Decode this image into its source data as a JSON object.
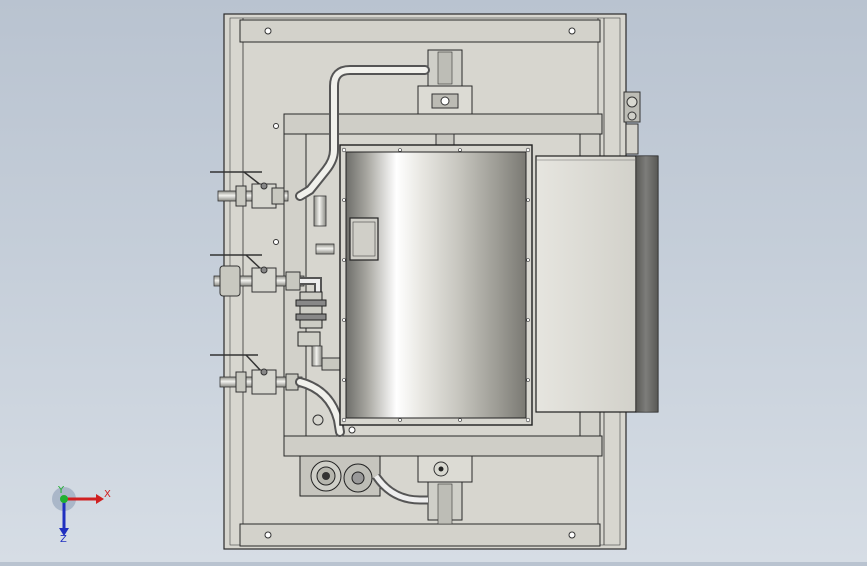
{
  "viewport": {
    "background_top": "#b9c3d0",
    "background_bottom": "#d6dde5",
    "model_edge_color": "#2a2a2a",
    "frame_fill": "#c9c9c3",
    "panel_fill": "#d9d8d2"
  },
  "triad": {
    "x_label": "X",
    "y_label": "Y",
    "z_label": "Z",
    "x_color": "#d02020",
    "y_color": "#20b030",
    "z_color": "#2030c0"
  },
  "icons": [
    "valve-icon",
    "flange-icon",
    "gearbox-icon",
    "handle-icon"
  ]
}
